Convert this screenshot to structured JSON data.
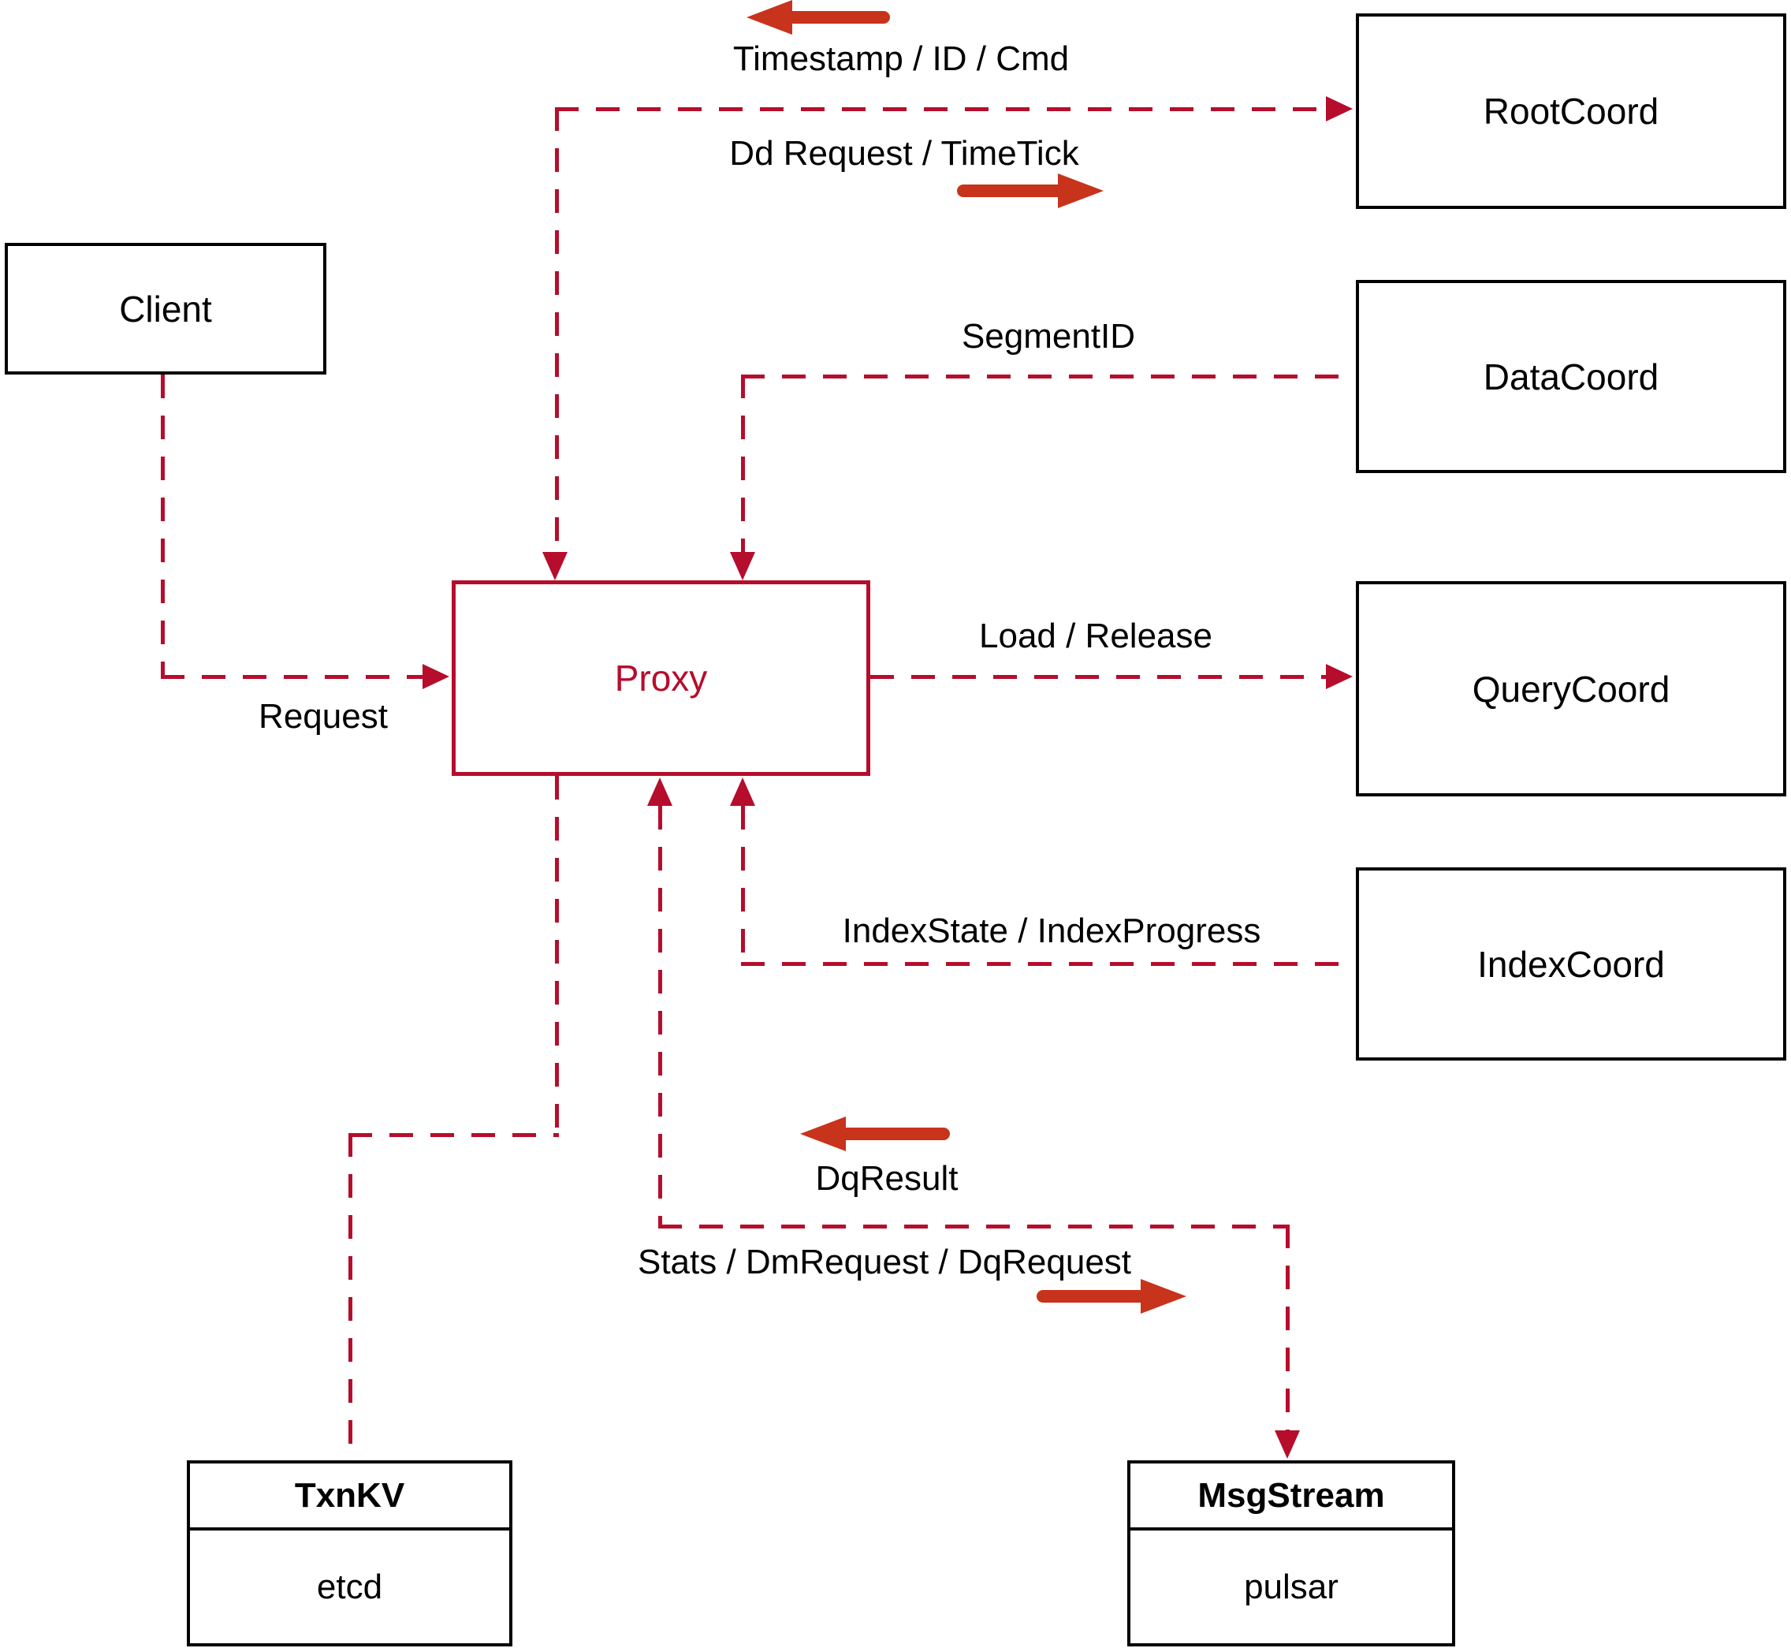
{
  "diagram": {
    "nodes": {
      "client": {
        "label": "Client"
      },
      "root_coord": {
        "label": "RootCoord"
      },
      "data_coord": {
        "label": "DataCoord"
      },
      "query_coord": {
        "label": "QueryCoord"
      },
      "index_coord": {
        "label": "IndexCoord"
      },
      "proxy": {
        "label": "Proxy"
      },
      "txn_kv": {
        "title": "TxnKV",
        "subtitle": "etcd"
      },
      "msg_stream": {
        "title": "MsgStream",
        "subtitle": "pulsar"
      }
    },
    "edge_labels": {
      "request": "Request",
      "timestamp_id_cmd": "Timestamp / ID / Cmd",
      "dd_request_timetick": "Dd Request / TimeTick",
      "segment_id": "SegmentID",
      "load_release": "Load / Release",
      "index_state_progress": "IndexState / IndexProgress",
      "dq_result": "DqResult",
      "stats_dm_dq_request": "Stats / DmRequest / DqRequest"
    },
    "colors": {
      "connector": "#b60d2c",
      "solid_arrow": "#c7331b",
      "node_border": "#000000",
      "canvas_bg": "#ffffff"
    }
  }
}
